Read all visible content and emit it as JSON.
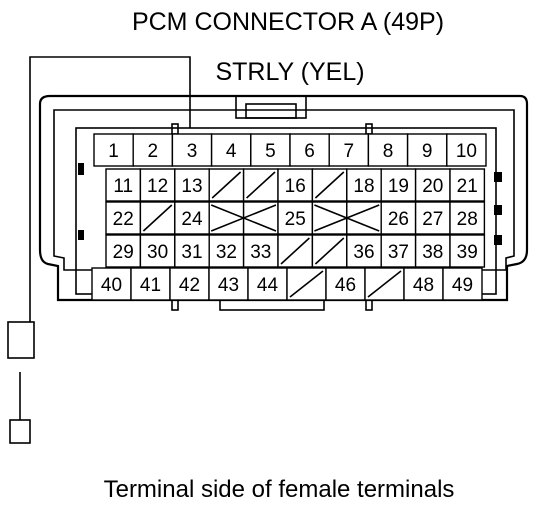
{
  "title": "PCM CONNECTOR A (49P)",
  "wire_label": "STRLY (YEL)",
  "caption": "Terminal side of female terminals",
  "rows": [
    [
      "1",
      "2",
      "3",
      "4",
      "5",
      "6",
      "7",
      "8",
      "9",
      "10"
    ],
    [
      "11",
      "12",
      "13",
      "",
      "",
      "16",
      "",
      "18",
      "19",
      "20",
      "21"
    ],
    [
      "22",
      "",
      "24",
      "",
      "",
      "25",
      "",
      "",
      "26",
      "27",
      "28"
    ],
    [
      "29",
      "30",
      "31",
      "32",
      "33",
      "",
      "",
      "36",
      "37",
      "38",
      "39"
    ],
    [
      "40",
      "41",
      "42",
      "43",
      "44",
      "",
      "46",
      "",
      "48",
      "49"
    ]
  ],
  "highlighted_pin": "3"
}
